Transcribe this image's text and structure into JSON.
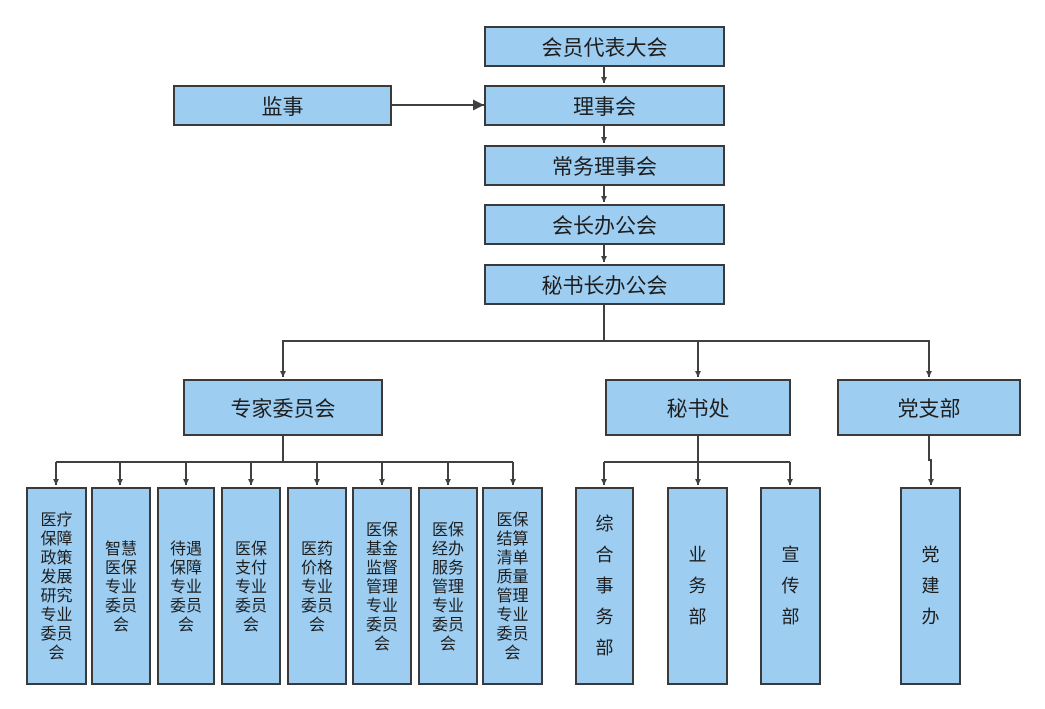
{
  "colors": {
    "box_fill": "#9dcdf1",
    "border": "#3a3a3a",
    "line": "#404040"
  },
  "top_chain": [
    "会员代表大会",
    "理事会",
    "常务理事会",
    "会长办公会",
    "秘书长办公会"
  ],
  "supervisor": "监事",
  "divisions": [
    "专家委员会",
    "秘书处",
    "党支部"
  ],
  "expert_committees": [
    "医疗\n保障\n政策\n发展\n研究\n专业\n委员\n会",
    "智慧\n医保\n专业\n委员\n会",
    "待遇\n保障\n专业\n委员\n会",
    "医保\n支付\n专业\n委员\n会",
    "医药\n价格\n专业\n委员\n会",
    "医保\n基金\n监督\n管理\n专业\n委员\n会",
    "医保\n经办\n服务\n管理\n专业\n委员\n会",
    "医保\n结算\n清单\n质量\n管理\n专业\n委员\n会"
  ],
  "secretariat_units": [
    "综\n合\n事\n务\n部",
    "业\n务\n部",
    "宣\n传\n部"
  ],
  "party_units": [
    "党\n建\n办"
  ]
}
